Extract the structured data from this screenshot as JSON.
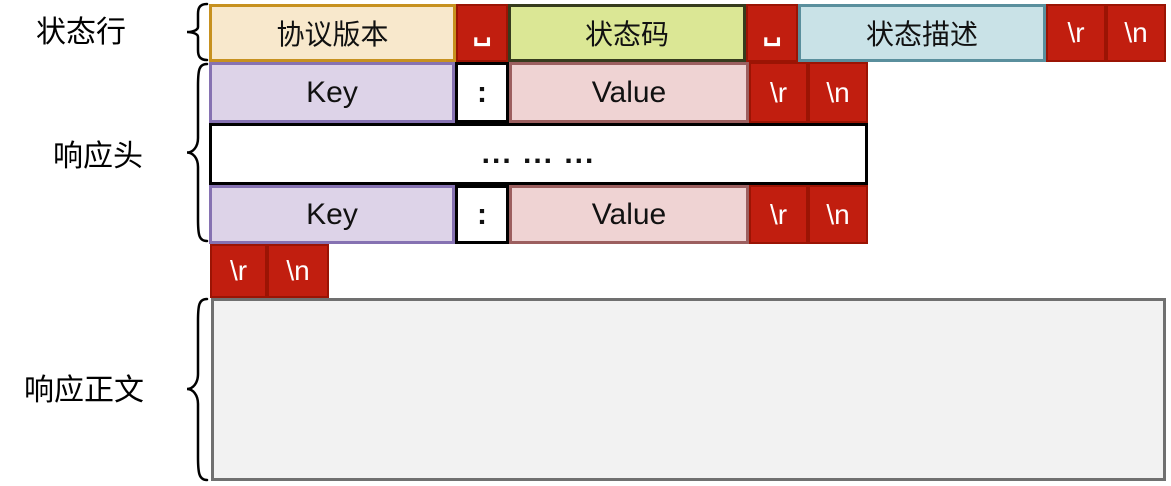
{
  "sections": {
    "status_line": {
      "label": "状态行"
    },
    "response_headers": {
      "label": "响应头"
    },
    "response_body": {
      "label": "响应正文"
    }
  },
  "tokens": {
    "protocol_version": "协议版本",
    "space": "␣",
    "status_code": "状态码",
    "status_desc": "状态描述",
    "cr": "\\r",
    "lf": "\\n",
    "header_key": "Key",
    "colon": ":",
    "header_value": "Value",
    "ellipsis": "... ... ..."
  },
  "colors": {
    "protocol_fill": "#F8E8CC",
    "protocol_border": "#C7911F",
    "delimiter_fill": "#C11E0F",
    "delimiter_border": "#9B1404",
    "status_code_fill": "#DBE795",
    "status_code_border": "#363B1D",
    "status_desc_fill": "#C9E2E7",
    "status_desc_border": "#5A8F9D",
    "key_fill": "#DDD3E8",
    "key_border": "#8672B2",
    "value_fill": "#EFD3D3",
    "value_border": "#9C5F5F",
    "colon_fill": "#FFFFFF",
    "colon_border": "#000000",
    "body_fill": "#F2F2F2",
    "body_border": "#707070",
    "text": "#111111",
    "delimiter_text": "#FFFFFF"
  }
}
